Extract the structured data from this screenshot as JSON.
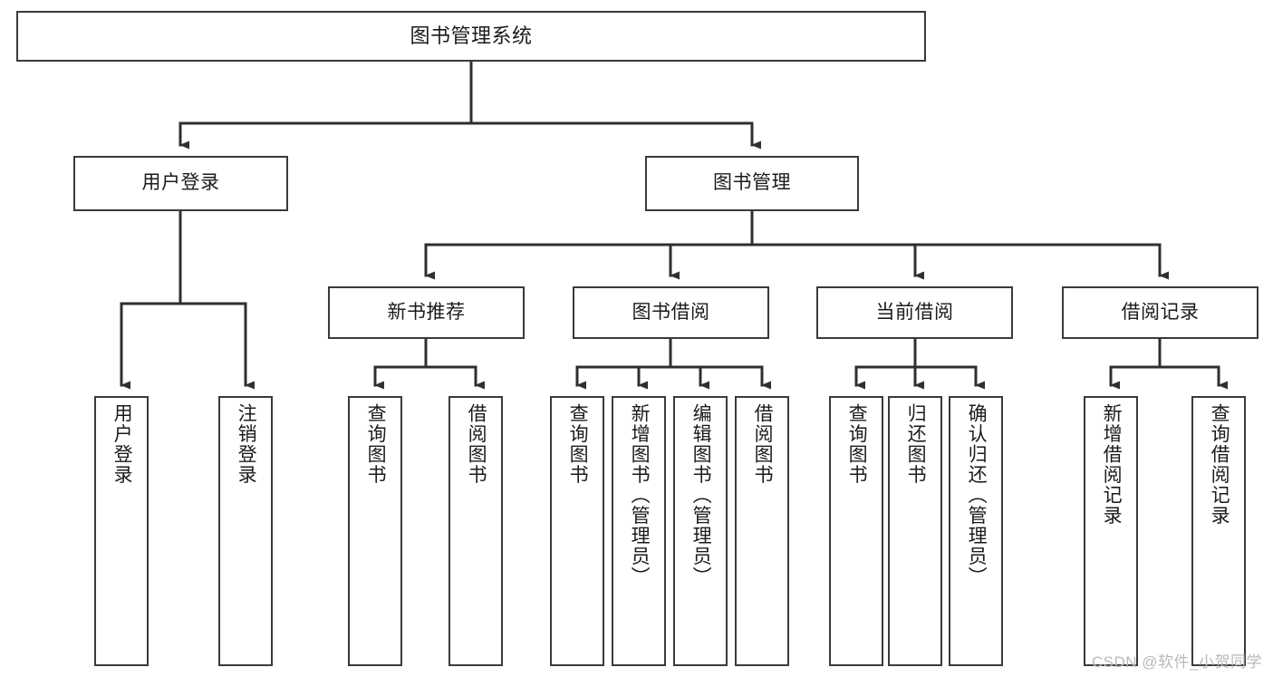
{
  "diagram": {
    "title_node": {
      "id": "root",
      "label": "图书管理系统"
    },
    "colors": {
      "box_border": "#3a3a3a",
      "box_fill": "#ffffff",
      "connector": "#2f2f2f",
      "text": "#1b1b1b",
      "watermark": "#b9b9b9",
      "background": "#ffffff"
    },
    "levels": [
      {
        "name": "level-1",
        "nodes": [
          {
            "id": "root",
            "label": "图书管理系统",
            "orientation": "horizontal"
          }
        ]
      },
      {
        "name": "level-2",
        "nodes": [
          {
            "id": "user-login",
            "label": "用户登录",
            "orientation": "horizontal",
            "parent": "root"
          },
          {
            "id": "book-manage",
            "label": "图书管理",
            "orientation": "horizontal",
            "parent": "root"
          }
        ]
      },
      {
        "name": "level-3",
        "nodes": [
          {
            "id": "new-book-recommend",
            "label": "新书推荐",
            "orientation": "horizontal",
            "parent": "book-manage"
          },
          {
            "id": "book-borrow",
            "label": "图书借阅",
            "orientation": "horizontal",
            "parent": "book-manage"
          },
          {
            "id": "current-borrow",
            "label": "当前借阅",
            "orientation": "horizontal",
            "parent": "book-manage"
          },
          {
            "id": "borrow-record",
            "label": "借阅记录",
            "orientation": "horizontal",
            "parent": "book-manage"
          }
        ]
      },
      {
        "name": "level-4",
        "nodes": [
          {
            "id": "leaf-user-login",
            "label": "用户登录",
            "orientation": "vertical",
            "parent": "user-login"
          },
          {
            "id": "leaf-logout",
            "label": "注销登录",
            "orientation": "vertical",
            "parent": "user-login"
          },
          {
            "id": "leaf-query-book-1",
            "label": "查询图书",
            "orientation": "vertical",
            "parent": "new-book-recommend"
          },
          {
            "id": "leaf-borrow-book-1",
            "label": "借阅图书",
            "orientation": "vertical",
            "parent": "new-book-recommend"
          },
          {
            "id": "leaf-query-book-2",
            "label": "查询图书",
            "orientation": "vertical",
            "parent": "book-borrow"
          },
          {
            "id": "leaf-add-book",
            "label": "新增图书（管理员）",
            "orientation": "vertical",
            "parent": "book-borrow"
          },
          {
            "id": "leaf-edit-book",
            "label": "编辑图书（管理员）",
            "orientation": "vertical",
            "parent": "book-borrow"
          },
          {
            "id": "leaf-borrow-book-2",
            "label": "借阅图书",
            "orientation": "vertical",
            "parent": "book-borrow"
          },
          {
            "id": "leaf-query-book-3",
            "label": "查询图书",
            "orientation": "vertical",
            "parent": "current-borrow"
          },
          {
            "id": "leaf-return-book",
            "label": "归还图书",
            "orientation": "vertical",
            "parent": "current-borrow"
          },
          {
            "id": "leaf-confirm-return",
            "label": "确认归还（管理员）",
            "orientation": "vertical",
            "parent": "current-borrow"
          },
          {
            "id": "leaf-add-record",
            "label": "新增借阅记录",
            "orientation": "vertical",
            "parent": "borrow-record"
          },
          {
            "id": "leaf-query-record",
            "label": "查询借阅记录",
            "orientation": "vertical",
            "parent": "borrow-record"
          }
        ]
      }
    ],
    "watermark": "CSDN @软件_小贺同学"
  }
}
